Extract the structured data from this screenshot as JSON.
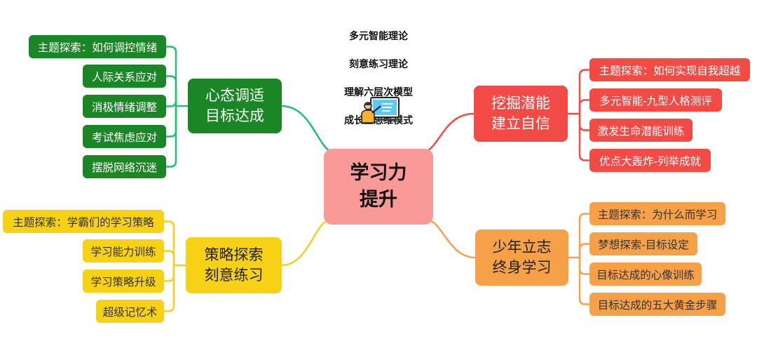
{
  "center": {
    "text": "学习力\n提升",
    "color": "#fa9a98"
  },
  "note": {
    "lines": [
      "多元智能理论",
      "刻意练习理论",
      "理解六层次模型",
      "成长型思维模式"
    ],
    "icon": "teacher-board-icon"
  },
  "branches": [
    {
      "id": "mind",
      "text": "心态调适\n目标达成",
      "color": "#1b8626",
      "line_color": "#20c070",
      "leaves": [
        "主题探索：如何调控情绪",
        "人际关系应对",
        "消极情绪调整",
        "考试焦虑应对",
        "摆脱网络沉迷"
      ]
    },
    {
      "id": "potential",
      "text": "挖掘潜能\n建立自信",
      "color": "#f24a44",
      "line_color": "#f24a44",
      "leaves": [
        "主题探索：如何实现自我超越",
        "多元智能-九型人格测评",
        "激发生命潜能训练",
        "优点大轰炸-列举成就"
      ]
    },
    {
      "id": "strategy",
      "text": "策略探索\n刻意练习",
      "color": "#f7d116",
      "line_color": "#f0d020",
      "leaves": [
        "主题探索：学霸们的学习策略",
        "学习能力训练",
        "学习策略升级",
        "超级记忆术"
      ]
    },
    {
      "id": "aspiration",
      "text": "少年立志\n终身学习",
      "color": "#f6a148",
      "line_color": "#f6a148",
      "leaves": [
        "主题探索：为什么而学习",
        "梦想探索-目标设定",
        "目标达成的心像训练",
        "目标达成的五大黄金步骤"
      ]
    }
  ]
}
